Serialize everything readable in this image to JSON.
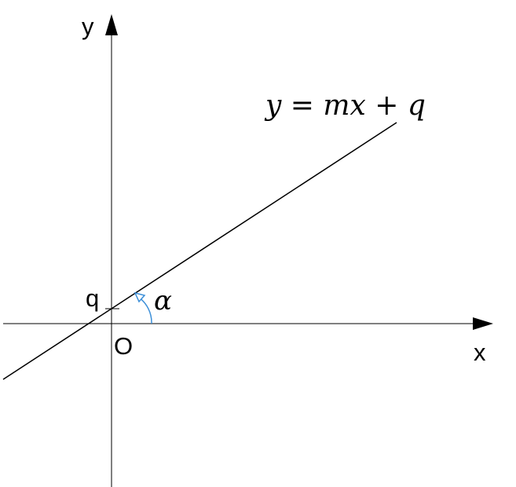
{
  "axes": {
    "x_label": "x",
    "y_label": "y",
    "origin_label": "O"
  },
  "line": {
    "equation": "y = mx + q",
    "intercept_label": "q"
  },
  "angle": {
    "label": "α",
    "arc_color": "#3c8fd8"
  },
  "colors": {
    "axis": "#000000",
    "line": "#000000",
    "background": "#ffffff"
  }
}
